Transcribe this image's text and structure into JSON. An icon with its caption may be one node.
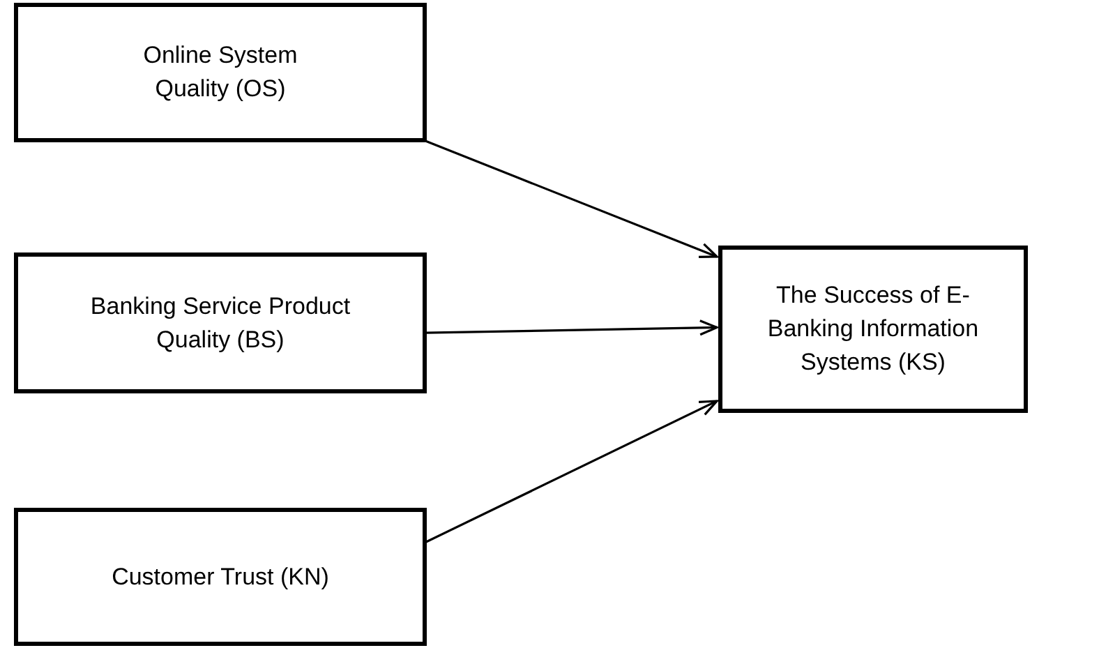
{
  "diagram": {
    "nodes": [
      {
        "text": [
          "Online System Quality (OS)"
        ]
      },
      {
        "text": [
          "Banking Service Product Quality (BS)"
        ]
      },
      {
        "text": [
          "Customer Trust (KN)"
        ]
      },
      {
        "text": [
          "The Success of E-Banking Information Systems (KS)"
        ]
      }
    ],
    "edges": [
      {
        "from": 0,
        "to": 3,
        "arrow": "to"
      },
      {
        "from": 1,
        "to": 3,
        "arrow": "to"
      },
      {
        "from": 2,
        "to": 3,
        "arrow": "to"
      }
    ]
  }
}
